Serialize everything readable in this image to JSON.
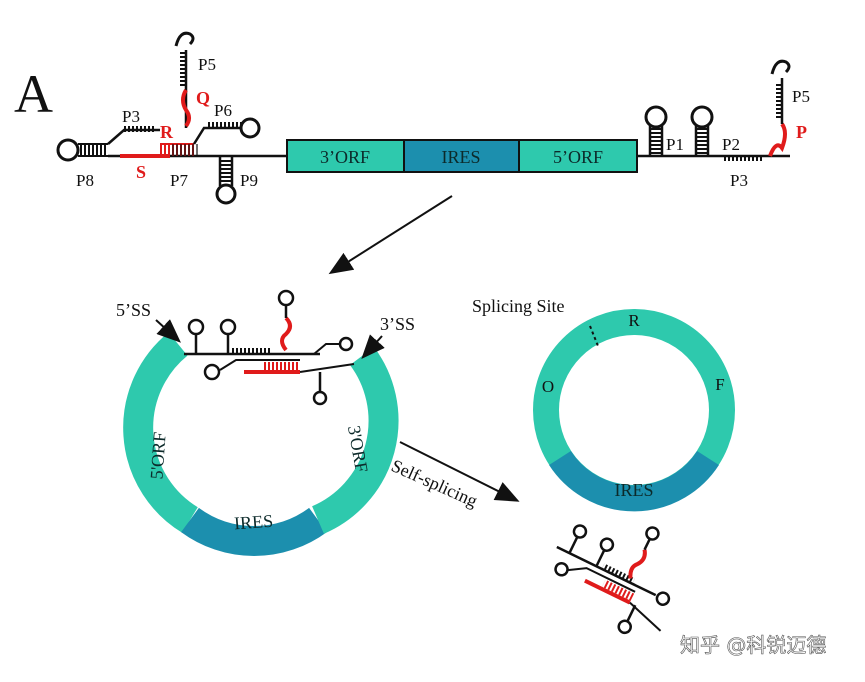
{
  "panel_label": "A",
  "colors": {
    "orf": "#2ec9ad",
    "ires": "#1c8fae",
    "red": "#e01b1b",
    "line": "#111111"
  },
  "top": {
    "left_stems": {
      "p8": "P8",
      "p3": "P3",
      "r": "R",
      "s": "S",
      "p7": "P7",
      "p6": "P6",
      "q": "Q",
      "p5": "P5",
      "p9": "P9"
    },
    "boxes": {
      "orf3": "3’ORF",
      "ires": "IRES",
      "orf5": "5’ORF"
    },
    "right_stems": {
      "p1": "P1",
      "p2": "P2",
      "p3": "P3",
      "p5": "P5",
      "p": "P"
    }
  },
  "bottom_left": {
    "ss5": "5’SS",
    "ss3": "3’SS",
    "orf5": "5'ORF",
    "orf3": "3'ORF",
    "ires": "IRES"
  },
  "arrow_label": "Self-splicing",
  "bottom_right": {
    "splicing_site": "Splicing Site",
    "r": "R",
    "f": "F",
    "o": "O",
    "ires": "IRES"
  },
  "watermark": "知乎 @科锐迈德"
}
